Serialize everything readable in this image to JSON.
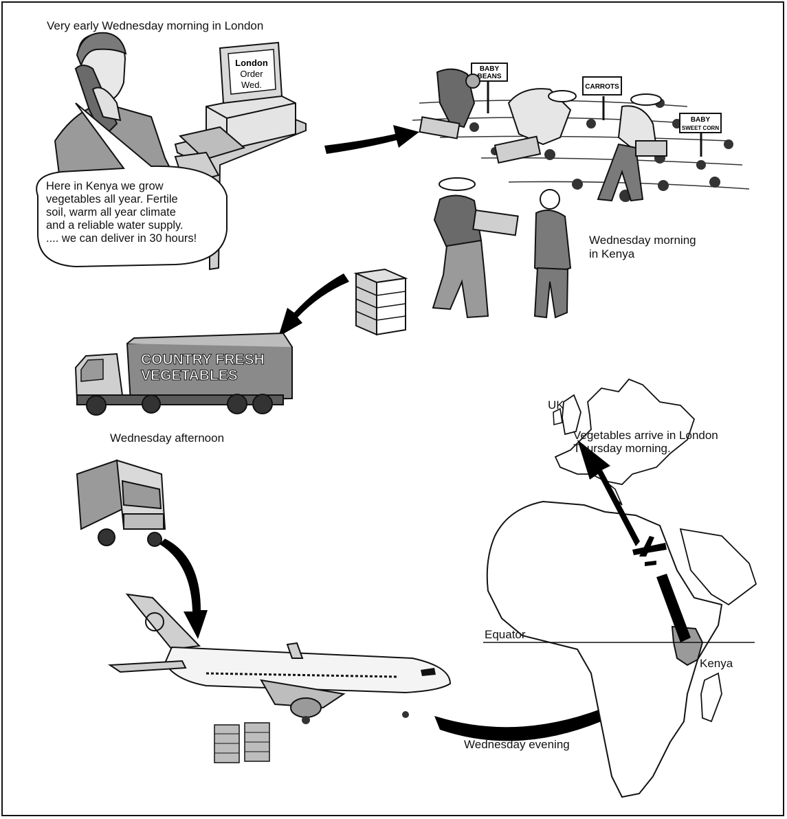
{
  "captions": {
    "london": "Very early Wednesday morning in London",
    "kenya_morning_line1": "Wednesday morning",
    "kenya_morning_line2": "in Kenya",
    "afternoon": "Wednesday afternoon",
    "evening": "Wednesday evening",
    "arrive_line1": "Vegetables arrive in London",
    "arrive_line2": "Thursday morning."
  },
  "speech_bubble": [
    "Here in Kenya we grow",
    "vegetables all year. Fertile",
    "soil, warm all year climate",
    "and a reliable water supply.",
    ".... we can deliver in 30 hours!"
  ],
  "monitor_screen": [
    "London",
    "Order",
    "Wed."
  ],
  "field_signs": {
    "beans": [
      "BABY",
      "BEANS"
    ],
    "carrots": "CARROTS",
    "corn": [
      "BABY",
      "SWEET CORN"
    ]
  },
  "truck_side": [
    "COUNTRY FRESH",
    "VEGETABLES"
  ],
  "map_labels": {
    "uk": "UK",
    "equator": "Equator",
    "kenya": "Kenya"
  },
  "colors": {
    "line": "#111111",
    "fill_grey": "#9a9a9a",
    "fill_light": "#d9d9d9",
    "fill_dark": "#5a5a5a",
    "arrow": "#000000"
  }
}
